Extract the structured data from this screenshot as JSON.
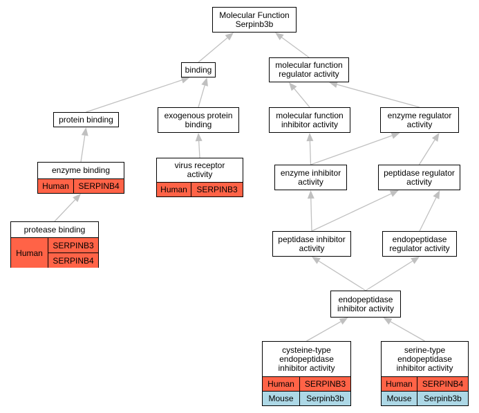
{
  "colors": {
    "human": "#FF6347",
    "mouse": "#ADD8E6",
    "edge": "#C0C0C0",
    "border": "#000000"
  },
  "nodes": {
    "root": {
      "title": "Molecular Function\nSerpinb3b"
    },
    "binding": {
      "title": "binding"
    },
    "mf_regulator": {
      "title": "molecular function\nregulator activity"
    },
    "protein_binding": {
      "title": "protein binding"
    },
    "exogenous_protein_binding": {
      "title": "exogenous protein\nbinding"
    },
    "mf_inhibitor": {
      "title": "molecular function\ninhibitor activity"
    },
    "enzyme_regulator": {
      "title": "enzyme regulator\nactivity"
    },
    "enzyme_binding": {
      "title": "enzyme binding",
      "species": "Human",
      "genes": [
        "SERPINB4"
      ]
    },
    "virus_receptor": {
      "title": "virus receptor\nactivity",
      "species": "Human",
      "genes": [
        "SERPINB3"
      ]
    },
    "enzyme_inhibitor": {
      "title": "enzyme inhibitor\nactivity"
    },
    "peptidase_regulator": {
      "title": "peptidase regulator\nactivity"
    },
    "protease_binding": {
      "title": "protease binding",
      "species": "Human",
      "genes": [
        "SERPINB3",
        "SERPINB4"
      ]
    },
    "peptidase_inhibitor": {
      "title": "peptidase inhibitor\nactivity"
    },
    "endopeptidase_regulator": {
      "title": "endopeptidase\nregulator activity"
    },
    "endopeptidase_inhibitor": {
      "title": "endopeptidase\ninhibitor activity"
    },
    "cysteine_type": {
      "title": "cysteine-type\nendopeptidase\ninhibitor activity",
      "rows": [
        {
          "species": "Human",
          "gene": "SERPINB3"
        },
        {
          "species": "Mouse",
          "gene": "Serpinb3b"
        }
      ]
    },
    "serine_type": {
      "title": "serine-type\nendopeptidase\ninhibitor activity",
      "rows": [
        {
          "species": "Human",
          "gene": "SERPINB4"
        },
        {
          "species": "Mouse",
          "gene": "Serpinb3b"
        }
      ]
    }
  },
  "edges": [
    [
      "binding",
      "root"
    ],
    [
      "mf_regulator",
      "root"
    ],
    [
      "protein_binding",
      "binding"
    ],
    [
      "exogenous_protein_binding",
      "binding"
    ],
    [
      "mf_inhibitor",
      "mf_regulator"
    ],
    [
      "enzyme_regulator",
      "mf_regulator"
    ],
    [
      "enzyme_binding",
      "protein_binding"
    ],
    [
      "virus_receptor",
      "exogenous_protein_binding"
    ],
    [
      "enzyme_inhibitor",
      "mf_inhibitor"
    ],
    [
      "enzyme_inhibitor",
      "enzyme_regulator"
    ],
    [
      "peptidase_regulator",
      "enzyme_regulator"
    ],
    [
      "protease_binding",
      "enzyme_binding"
    ],
    [
      "peptidase_inhibitor",
      "enzyme_inhibitor"
    ],
    [
      "peptidase_inhibitor",
      "peptidase_regulator"
    ],
    [
      "endopeptidase_regulator",
      "peptidase_regulator"
    ],
    [
      "endopeptidase_inhibitor",
      "peptidase_inhibitor"
    ],
    [
      "endopeptidase_inhibitor",
      "endopeptidase_regulator"
    ],
    [
      "cysteine_type",
      "endopeptidase_inhibitor"
    ],
    [
      "serine_type",
      "endopeptidase_inhibitor"
    ]
  ]
}
